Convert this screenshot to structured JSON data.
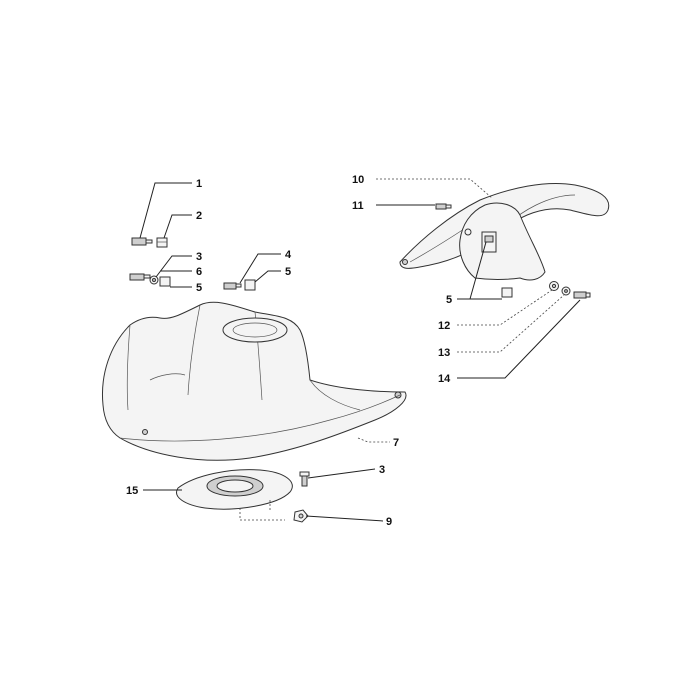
{
  "labels": {
    "l1": "1",
    "l2": "2",
    "l3a": "3",
    "l6": "6",
    "l5a": "5",
    "l4": "4",
    "l5b": "5",
    "l10": "10",
    "l11": "11",
    "l5c": "5",
    "l12": "12",
    "l13": "13",
    "l14": "14",
    "l7": "7",
    "l3b": "3",
    "l15": "15",
    "l9": "9"
  }
}
